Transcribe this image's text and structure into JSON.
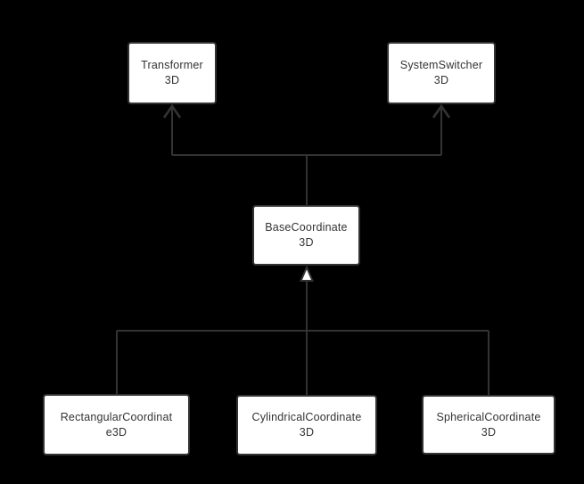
{
  "diagram": {
    "type": "class-inheritance-diagram",
    "colors": {
      "background": "#000000",
      "node_fill": "#ffffff",
      "node_border": "#333333",
      "edge_line": "#333333",
      "text": "#333333",
      "inheritance_triangle_fill": "#ffffff"
    },
    "nodes": [
      {
        "id": "transformer3d",
        "line1": "Transformer",
        "line2": "3D"
      },
      {
        "id": "systemswitcher3d",
        "line1": "SystemSwitcher",
        "line2": "3D"
      },
      {
        "id": "basecoordinate3d",
        "line1": "BaseCoordinate",
        "line2": "3D"
      },
      {
        "id": "rectangularcoord3d",
        "line1": "RectangularCoordinat",
        "line2": "e3D"
      },
      {
        "id": "cylindricalcoord3d",
        "line1": "CylindricalCoordinate",
        "line2": "3D"
      },
      {
        "id": "sphericalcoord3d",
        "line1": "SphericalCoordinate",
        "line2": "3D"
      }
    ],
    "edges": [
      {
        "from": "BaseCoordinate3D",
        "to": "Transformer3D",
        "arrow": "open-chevron"
      },
      {
        "from": "BaseCoordinate3D",
        "to": "SystemSwitcher3D",
        "arrow": "open-chevron"
      },
      {
        "from": "RectangularCoordinate3D",
        "to": "BaseCoordinate3D",
        "arrow": "hollow-triangle"
      },
      {
        "from": "CylindricalCoordinate3D",
        "to": "BaseCoordinate3D",
        "arrow": "hollow-triangle"
      },
      {
        "from": "SphericalCoordinate3D",
        "to": "BaseCoordinate3D",
        "arrow": "hollow-triangle"
      }
    ]
  }
}
